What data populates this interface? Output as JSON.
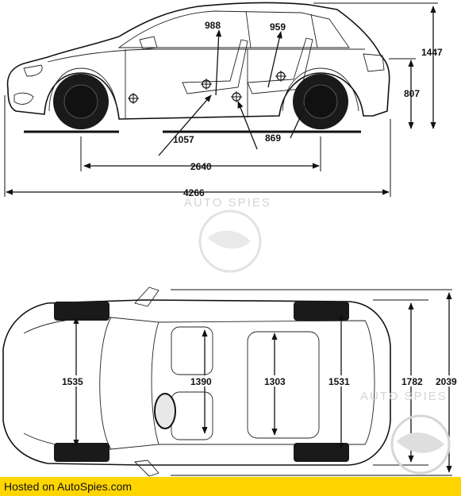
{
  "side_view": {
    "dims": {
      "height_total": "1447",
      "wheel_height": "807",
      "front_seat": "988",
      "rear_seat": "959",
      "front_legroom": "1057",
      "rear_legroom": "869",
      "wheelbase": "2640",
      "length": "4266"
    }
  },
  "top_view": {
    "dims": {
      "front_track": "1535",
      "front_interior": "1390",
      "rear_interior": "1303",
      "rear_track": "1531",
      "body_width": "1782",
      "mirror_width": "2039"
    }
  },
  "watermarks": {
    "center": "AUTO SPIES",
    "right": "AUTO SPIES"
  },
  "footer": {
    "text": "Hosted on AutoSpies.com"
  },
  "colors": {
    "footer_bg": "#ffd500",
    "line": "#111111",
    "tire": "#1a1a1a",
    "watermark": "#d4d4d4"
  }
}
